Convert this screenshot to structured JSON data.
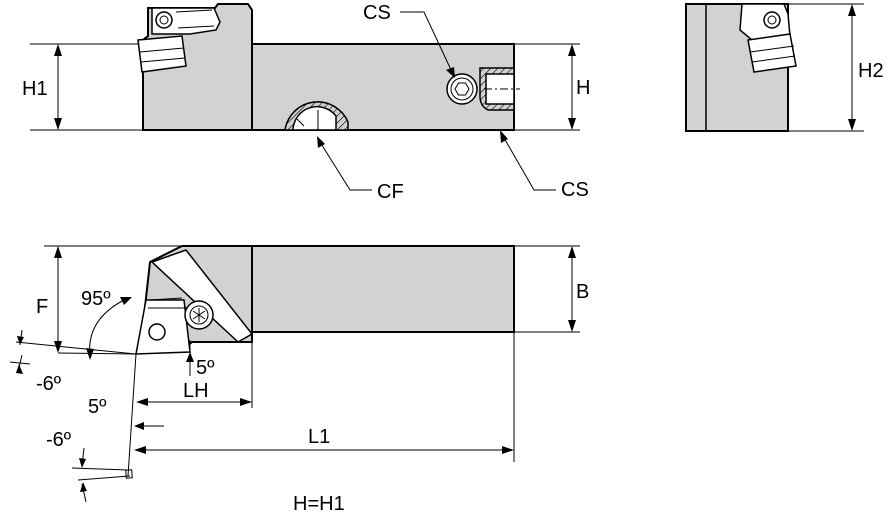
{
  "labels": {
    "cs_top": "CS",
    "h1": "H1",
    "h": "H",
    "h2": "H2",
    "cf": "CF",
    "cs_bottom": "CS",
    "f": "F",
    "angle_95": "95º",
    "b": "B",
    "angle_5_insert": "5º",
    "angle_neg6_left": "-6º",
    "lh": "LH",
    "angle_5_lower": "5º",
    "angle_neg6_lower": "-6º",
    "l1": "L1",
    "note": "H=H1"
  }
}
